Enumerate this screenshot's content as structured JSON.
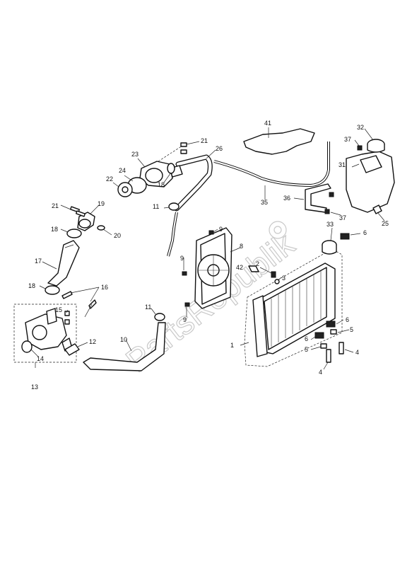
{
  "watermark": {
    "text": "PartsRepublik"
  },
  "callouts": {
    "c1": "1",
    "c2": "2",
    "c3": "3",
    "c4a": "4",
    "c4b": "4",
    "c5a": "5",
    "c5b": "5",
    "c6a": "6",
    "c6b": "6",
    "c6c": "6",
    "c8": "8",
    "c9a": "9",
    "c9b": "9",
    "c9c": "9",
    "c10": "10",
    "c11a": "11",
    "c11b": "11",
    "c12": "12",
    "c13": "13",
    "c14": "14",
    "c15": "15",
    "c16": "16",
    "c17": "17",
    "c18a": "18",
    "c18b": "18",
    "c18c": "18",
    "c19": "19",
    "c20": "20",
    "c21a": "21",
    "c21b": "21",
    "c22": "22",
    "c23": "23",
    "c24": "24",
    "c25": "25",
    "c26": "26",
    "c31": "31",
    "c32": "32",
    "c33": "33",
    "c35": "35",
    "c36": "36",
    "c37a": "37",
    "c37b": "37",
    "c41": "41",
    "c42": "42"
  }
}
